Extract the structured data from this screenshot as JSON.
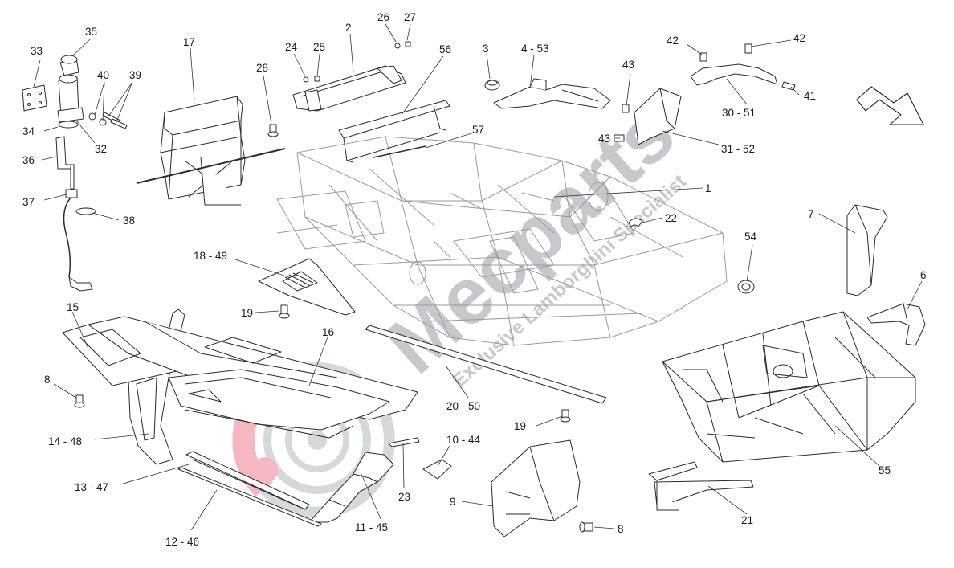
{
  "watermark": {
    "brand": "Mecparts",
    "tagline": "Exclusive Lamborghini Specialist",
    "brand_color": "#9a9fa6",
    "logo_red": "#e4223a"
  },
  "arrow_icon": "direction-arrow-icon",
  "callouts": [
    {
      "id": "c1",
      "text": "1"
    },
    {
      "id": "c2",
      "text": "2"
    },
    {
      "id": "c3",
      "text": "3"
    },
    {
      "id": "c4",
      "text": "4 - 53"
    },
    {
      "id": "c6",
      "text": "6"
    },
    {
      "id": "c7",
      "text": "7"
    },
    {
      "id": "c8a",
      "text": "8"
    },
    {
      "id": "c8b",
      "text": "8"
    },
    {
      "id": "c9",
      "text": "9"
    },
    {
      "id": "c10",
      "text": "10 - 44"
    },
    {
      "id": "c11",
      "text": "11 - 45"
    },
    {
      "id": "c12",
      "text": "12 - 46"
    },
    {
      "id": "c13",
      "text": "13 - 47"
    },
    {
      "id": "c14",
      "text": "14 - 48"
    },
    {
      "id": "c15",
      "text": "15"
    },
    {
      "id": "c16",
      "text": "16"
    },
    {
      "id": "c17",
      "text": "17"
    },
    {
      "id": "c18",
      "text": "18 - 49"
    },
    {
      "id": "c19a",
      "text": "19"
    },
    {
      "id": "c19b",
      "text": "19"
    },
    {
      "id": "c20",
      "text": "20 - 50"
    },
    {
      "id": "c21",
      "text": "21"
    },
    {
      "id": "c22",
      "text": "22"
    },
    {
      "id": "c23",
      "text": "23"
    },
    {
      "id": "c24",
      "text": "24"
    },
    {
      "id": "c25",
      "text": "25"
    },
    {
      "id": "c26",
      "text": "26"
    },
    {
      "id": "c27",
      "text": "27"
    },
    {
      "id": "c28",
      "text": "28"
    },
    {
      "id": "c30",
      "text": "30 - 51"
    },
    {
      "id": "c31",
      "text": "31 - 52"
    },
    {
      "id": "c32",
      "text": "32"
    },
    {
      "id": "c33",
      "text": "33"
    },
    {
      "id": "c34",
      "text": "34"
    },
    {
      "id": "c35",
      "text": "35"
    },
    {
      "id": "c36",
      "text": "36"
    },
    {
      "id": "c37",
      "text": "37"
    },
    {
      "id": "c38",
      "text": "38"
    },
    {
      "id": "c39",
      "text": "39"
    },
    {
      "id": "c40",
      "text": "40"
    },
    {
      "id": "c41",
      "text": "41"
    },
    {
      "id": "c42a",
      "text": "42"
    },
    {
      "id": "c42b",
      "text": "42"
    },
    {
      "id": "c43a",
      "text": "43"
    },
    {
      "id": "c43b",
      "text": "43"
    },
    {
      "id": "c54",
      "text": "54"
    },
    {
      "id": "c55",
      "text": "55"
    },
    {
      "id": "c56",
      "text": "56"
    },
    {
      "id": "c57",
      "text": "57"
    }
  ]
}
